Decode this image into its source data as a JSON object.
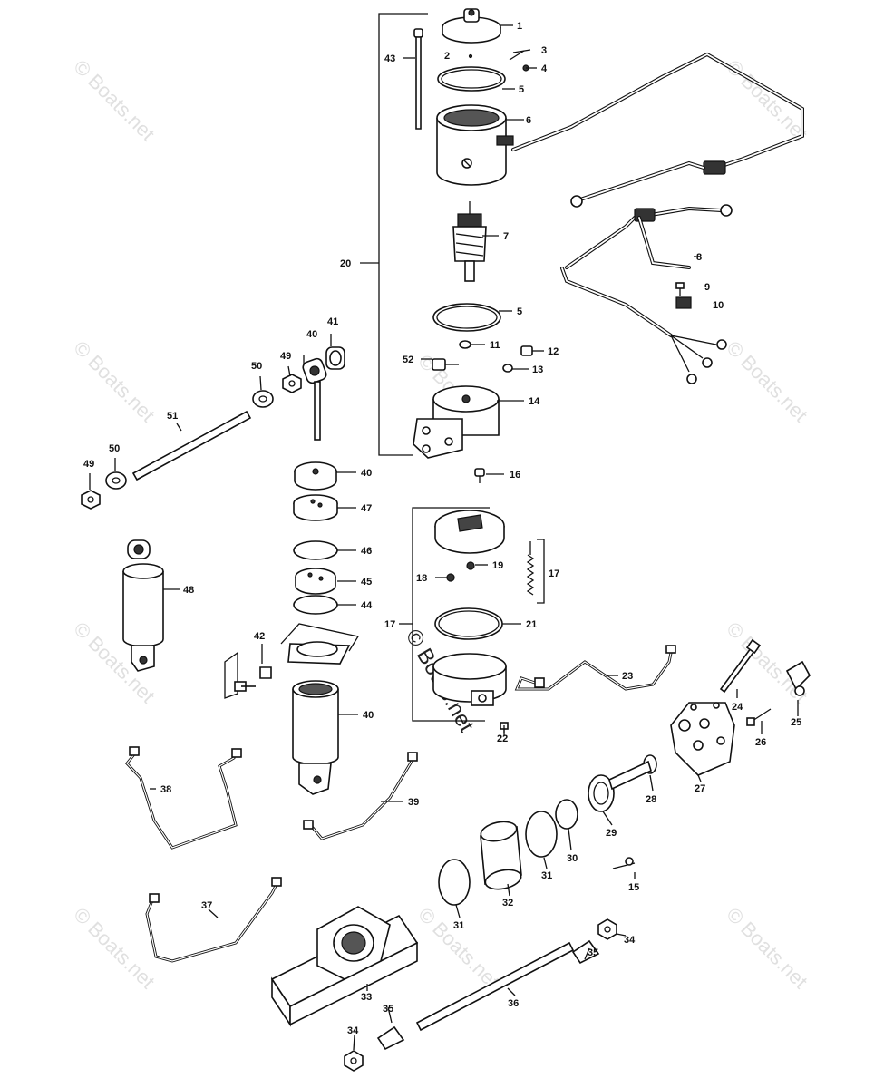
{
  "diagram": {
    "watermark": "© Boats.net",
    "callouts": [
      {
        "text": "1"
      },
      {
        "text": "2"
      },
      {
        "text": "3"
      },
      {
        "text": "4"
      },
      {
        "text": "5"
      },
      {
        "text": "6"
      },
      {
        "text": "43"
      },
      {
        "text": "7"
      },
      {
        "text": "20"
      },
      {
        "text": "8"
      },
      {
        "text": "9"
      },
      {
        "text": "10"
      },
      {
        "text": "5"
      },
      {
        "text": "11"
      },
      {
        "text": "12"
      },
      {
        "text": "52"
      },
      {
        "text": "13"
      },
      {
        "text": "14"
      },
      {
        "text": "40"
      },
      {
        "text": "41"
      },
      {
        "text": "49"
      },
      {
        "text": "50"
      },
      {
        "text": "51"
      },
      {
        "text": "50"
      },
      {
        "text": "49"
      },
      {
        "text": "40"
      },
      {
        "text": "16"
      },
      {
        "text": "47"
      },
      {
        "text": "46"
      },
      {
        "text": "45"
      },
      {
        "text": "44"
      },
      {
        "text": "48"
      },
      {
        "text": "19"
      },
      {
        "text": "18"
      },
      {
        "text": "17"
      },
      {
        "text": "17"
      },
      {
        "text": "21"
      },
      {
        "text": "42"
      },
      {
        "text": "40"
      },
      {
        "text": "23"
      },
      {
        "text": "22"
      },
      {
        "text": "24"
      },
      {
        "text": "25"
      },
      {
        "text": "26"
      },
      {
        "text": "27"
      },
      {
        "text": "28"
      },
      {
        "text": "29"
      },
      {
        "text": "38"
      },
      {
        "text": "39"
      },
      {
        "text": "30"
      },
      {
        "text": "31"
      },
      {
        "text": "15"
      },
      {
        "text": "32"
      },
      {
        "text": "31"
      },
      {
        "text": "37"
      },
      {
        "text": "34"
      },
      {
        "text": "35"
      },
      {
        "text": "33"
      },
      {
        "text": "35"
      },
      {
        "text": "36"
      },
      {
        "text": "34"
      }
    ]
  }
}
